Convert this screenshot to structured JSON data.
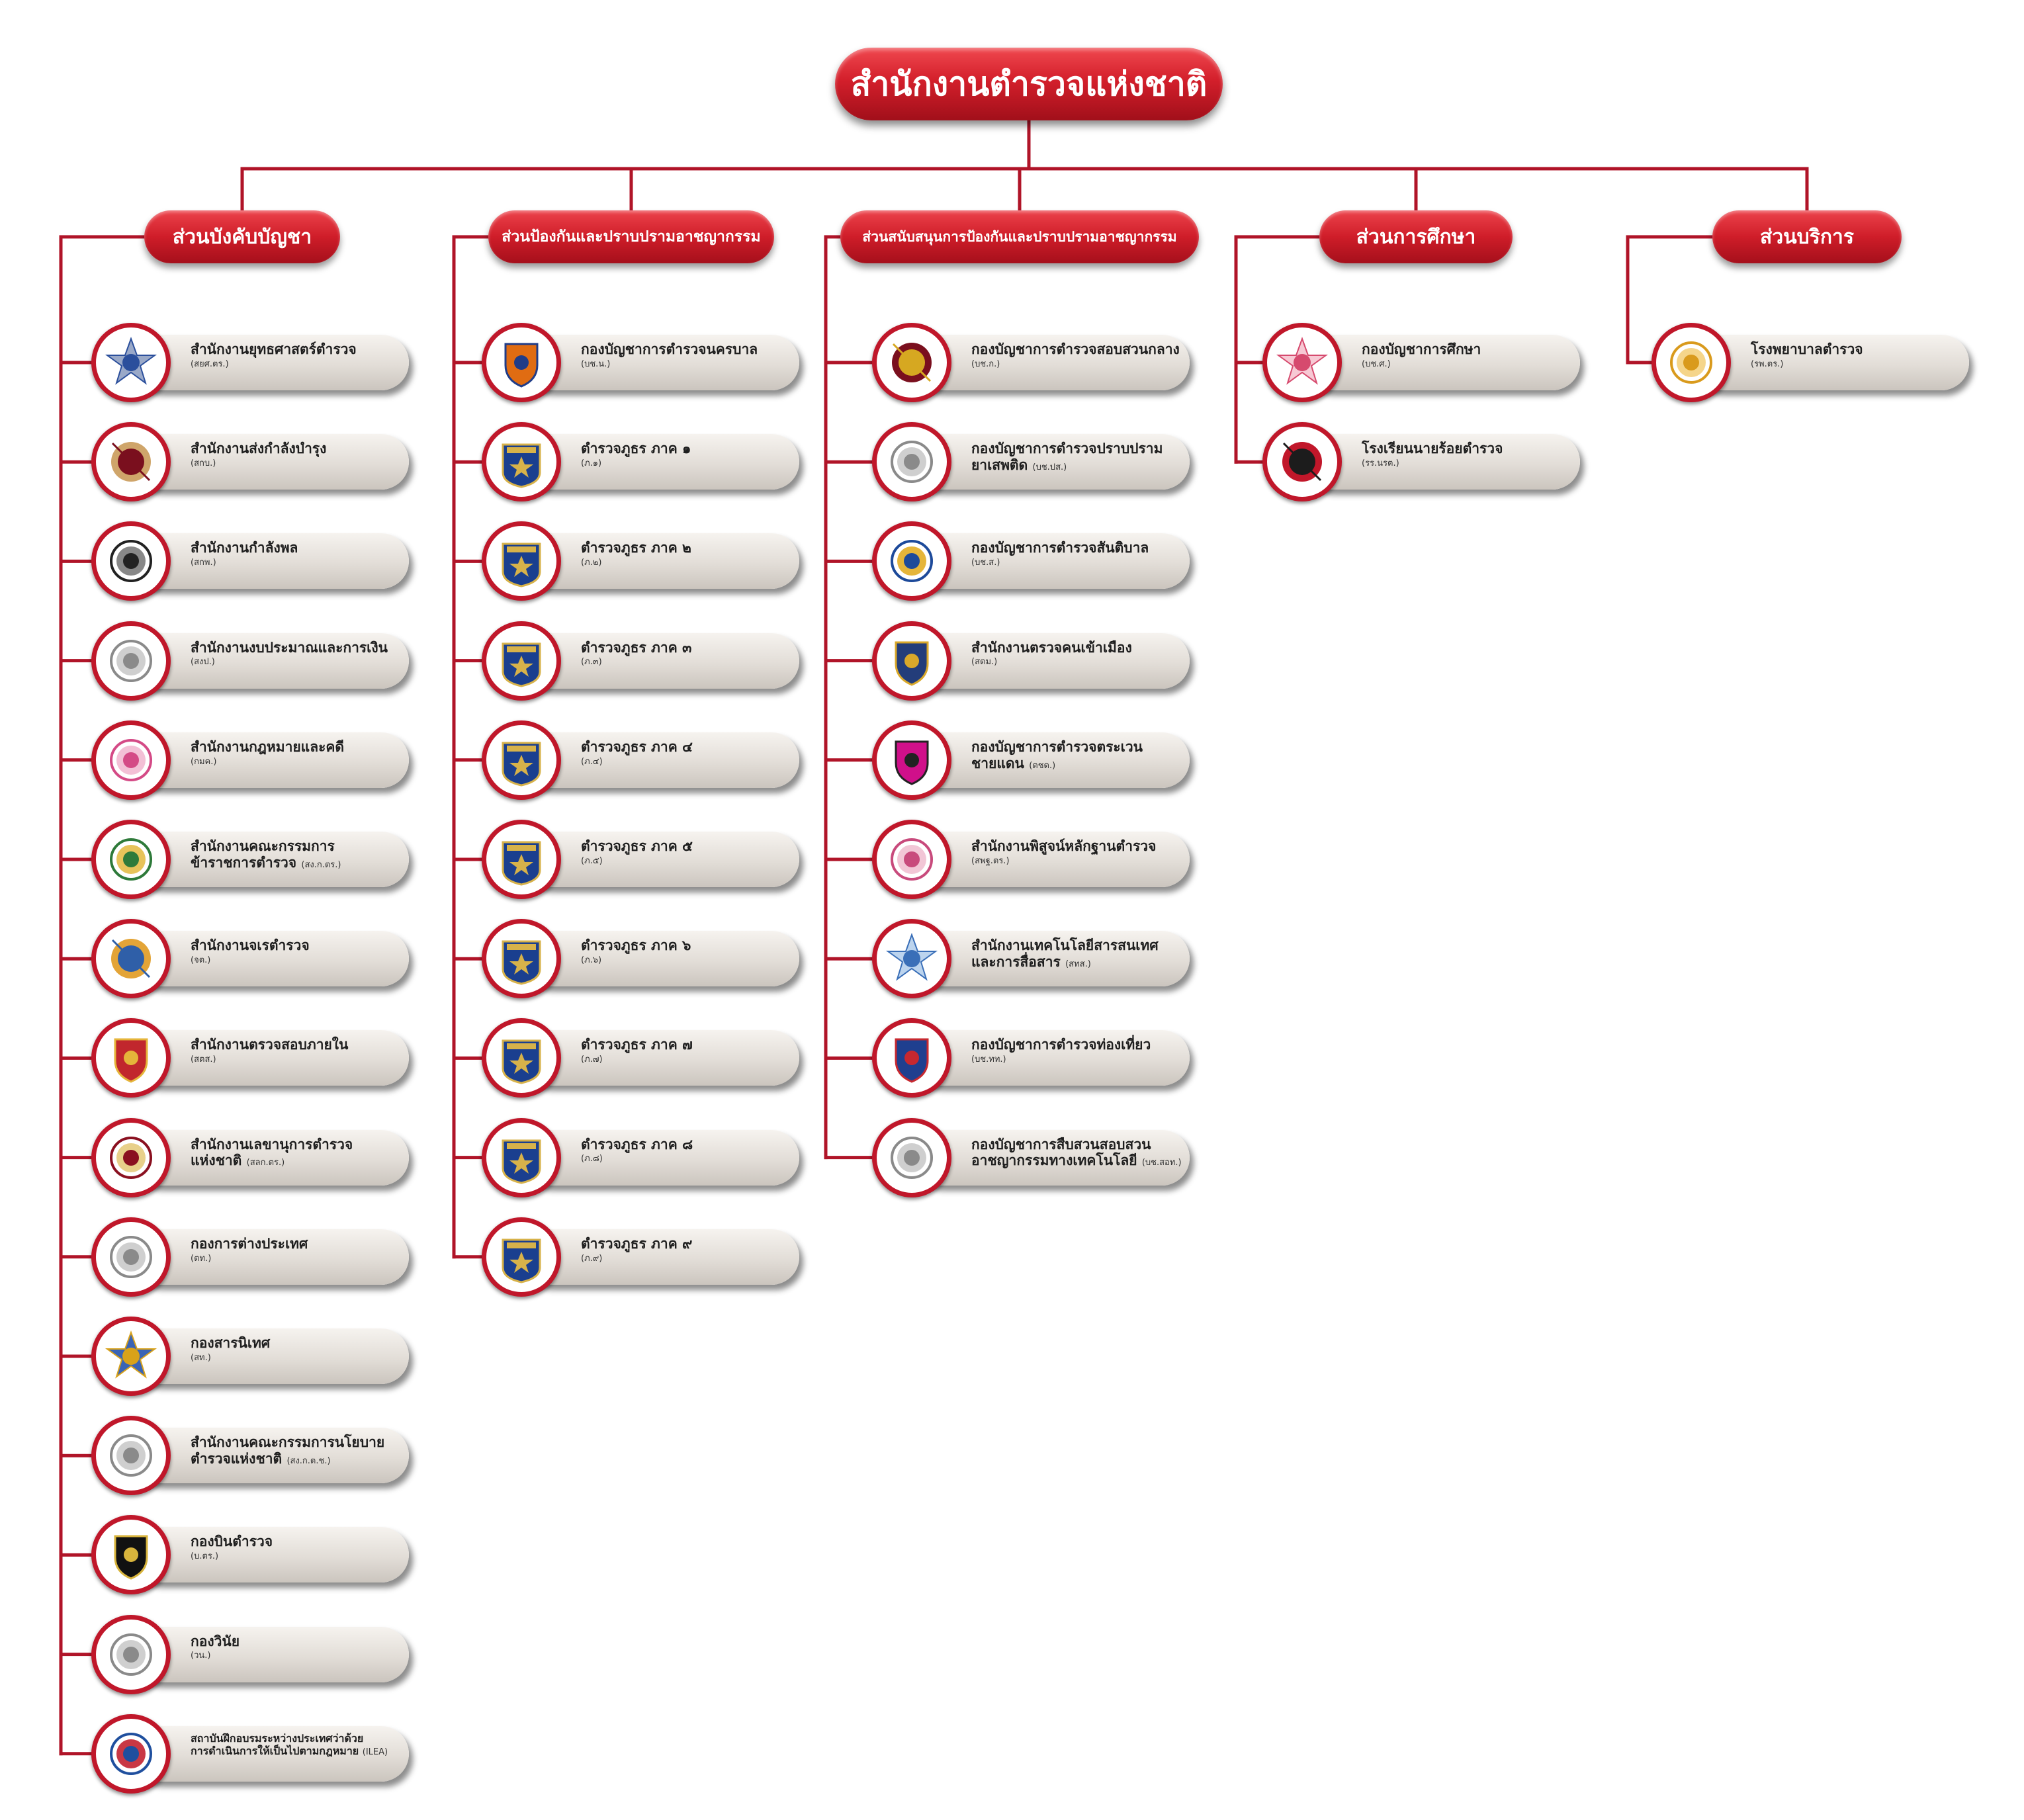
{
  "root": {
    "title": "สำนักงานตำรวจแห่งชาติ"
  },
  "colors": {
    "accent_red": "#c8172b",
    "pill_grey": "#e2ddd7",
    "connector": "#b01428"
  },
  "sections": [
    {
      "title": "ส่วนบังคับบัญชา",
      "items": [
        {
          "name": "สำนักงานยุทธศาสตร์ตำรวจ",
          "abbr": "(สยศ.ตร.)",
          "icon": "star-badge-emblem"
        },
        {
          "name": "สำนักงานส่งกำลังบำรุง",
          "abbr": "(สกบ.)",
          "icon": "red-medal-emblem"
        },
        {
          "name": "สำนักงานกำลังพล",
          "abbr": "(สกพ.)",
          "icon": "black-seal-emblem"
        },
        {
          "name": "สำนักงานงบประมาณและการเงิน",
          "abbr": "(สงป.)",
          "icon": "grey-seal-emblem"
        },
        {
          "name": "สำนักงานกฎหมายและคดี",
          "abbr": "(กมค.)",
          "icon": "pink-scales-emblem"
        },
        {
          "name": "สำนักงานคณะกรรมการ",
          "name2": "ข้าราชการตำรวจ",
          "abbr": "(สง.ก.ตร.)",
          "icon": "green-seal-emblem"
        },
        {
          "name": "สำนักงานจเรตำรวจ",
          "abbr": "(จต.)",
          "icon": "blue-shield-emblem"
        },
        {
          "name": "สำนักงานตรวจสอบภายใน",
          "abbr": "(สตส.)",
          "icon": "gold-throne-emblem"
        },
        {
          "name": "สำนักงานเลขานุการตำรวจ",
          "name2": "แห่งชาติ",
          "abbr": "(สลก.ตร.)",
          "icon": "dark-red-wing-emblem"
        },
        {
          "name": "กองการต่างประเทศ",
          "abbr": "(ตท.)",
          "icon": "grey-seal-emblem"
        },
        {
          "name": "กองสารนิเทศ",
          "abbr": "(สท.)",
          "icon": "gold-star-emblem"
        },
        {
          "name": "สำนักงานคณะกรรมการนโยบาย",
          "name2": "ตำรวจแห่งชาติ",
          "abbr": "(สง.ก.ต.ช.)",
          "icon": "grey-seal-emblem"
        },
        {
          "name": "กองบินตำรวจ",
          "abbr": "(บ.ตร.)",
          "icon": "black-wings-emblem"
        },
        {
          "name": "กองวินัย",
          "abbr": "(วน.)",
          "icon": "grey-seal-emblem"
        },
        {
          "name": "สถาบันฝึกอบรมระหว่างประเทศว่าด้วย",
          "name2": "การดำเนินการให้เป็นไปตามกฎหมาย",
          "abbr": "(ILEA)",
          "icon": "ilea-emblem"
        }
      ]
    },
    {
      "title": "ส่วนป้องกันและปราบปรามอาชญากรรม",
      "items": [
        {
          "name": "กองบัญชาการตำรวจนครบาล",
          "abbr": "(บช.น.)",
          "icon": "orange-metro-emblem"
        },
        {
          "name": "ตำรวจภูธร ภาค ๑",
          "abbr": "(ภ.๑)",
          "icon": "blue-police-patch"
        },
        {
          "name": "ตำรวจภูธร ภาค ๒",
          "abbr": "(ภ.๒)",
          "icon": "blue-police-patch"
        },
        {
          "name": "ตำรวจภูธร ภาค ๓",
          "abbr": "(ภ.๓)",
          "icon": "blue-police-patch"
        },
        {
          "name": "ตำรวจภูธร ภาค ๔",
          "abbr": "(ภ.๔)",
          "icon": "blue-police-patch"
        },
        {
          "name": "ตำรวจภูธร ภาค ๕",
          "abbr": "(ภ.๕)",
          "icon": "blue-police-patch"
        },
        {
          "name": "ตำรวจภูธร ภาค ๖",
          "abbr": "(ภ.๖)",
          "icon": "blue-police-patch"
        },
        {
          "name": "ตำรวจภูธร ภาค ๗",
          "abbr": "(ภ.๗)",
          "icon": "blue-police-patch"
        },
        {
          "name": "ตำรวจภูธร ภาค ๘",
          "abbr": "(ภ.๘)",
          "icon": "blue-police-patch"
        },
        {
          "name": "ตำรวจภูธร ภาค ๙",
          "abbr": "(ภ.๙)",
          "icon": "blue-police-patch"
        }
      ]
    },
    {
      "title": "ส่วนสนับสนุนการป้องกันและปราบปรามอาชญากรรม",
      "items": [
        {
          "name": "กองบัญชาการตำรวจสอบสวนกลาง",
          "abbr": "(บช.ก.)",
          "icon": "gold-crossed-swords-emblem"
        },
        {
          "name": "กองบัญชาการตำรวจปราบปราม",
          "name2": "ยาเสพติด",
          "abbr": "(บช.ปส.)",
          "icon": "grey-seal-emblem"
        },
        {
          "name": "กองบัญชาการตำรวจสันติบาล",
          "abbr": "(บช.ส.)",
          "icon": "blue-gold-emblem"
        },
        {
          "name": "สำนักงานตรวจคนเข้าเมือง",
          "abbr": "(สตม.)",
          "icon": "immigration-emblem"
        },
        {
          "name": "กองบัญชาการตำรวจตระเวน",
          "name2": "ชายแดน",
          "abbr": "(ตชด.)",
          "icon": "magenta-tiger-emblem"
        },
        {
          "name": "สำนักงานพิสูจน์หลักฐานตำรวจ",
          "abbr": "(สพฐ.ตร.)",
          "icon": "pink-forensic-emblem"
        },
        {
          "name": "สำนักงานเทคโนโลยีสารสนเทศ",
          "name2": "และการสื่อสาร",
          "abbr": "(สทส.)",
          "icon": "blue-compass-emblem"
        },
        {
          "name": "กองบัญชาการตำรวจท่องเที่ยว",
          "abbr": "(บช.ทท.)",
          "icon": "tourist-police-emblem"
        },
        {
          "name": "กองบัญชาการสืบสวนสอบสวน",
          "name2": "อาชญากรรมทางเทคโนโลยี",
          "abbr": "(บช.สอท.)",
          "icon": "grey-seal-emblem"
        }
      ]
    },
    {
      "title": "ส่วนการศึกษา",
      "items": [
        {
          "name": "กองบัญชาการศึกษา",
          "abbr": "(บช.ศ.)",
          "icon": "pink-wheel-emblem"
        },
        {
          "name": "โรงเรียนนายร้อยตำรวจ",
          "abbr": "(รร.นรต.)",
          "icon": "cadet-school-emblem"
        }
      ]
    },
    {
      "title": "ส่วนบริการ",
      "items": [
        {
          "name": "โรงพยาบาลตำรวจ",
          "abbr": "(รพ.ตร.)",
          "icon": "gold-hospital-emblem"
        }
      ]
    }
  ]
}
